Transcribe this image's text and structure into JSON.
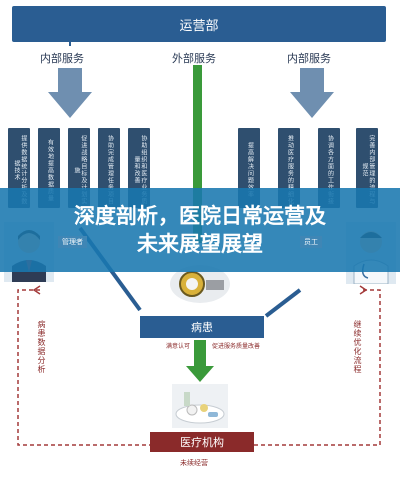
{
  "top": {
    "title": "运营部"
  },
  "labels": {
    "internal_left": "内部服务",
    "external": "外部服务",
    "internal_right": "内部服务"
  },
  "left_boxes": [
    "提供数据统计分析及数据技术",
    "有效地提高数据质量",
    "促进战略目标及计划实施",
    "协助完成管理任务项目",
    "协助组织和医疗业务质量和改善"
  ],
  "right_boxes": [
    "提高解决问题效率",
    "推动医疗服务的精细化",
    "协调各方面的工作衔接",
    "完善内部管理的流程与规范"
  ],
  "banner": {
    "line1": "深度剖析，医院日常运营及",
    "line2": "未来展望展望"
  },
  "signs": {
    "left": "管理者",
    "right": "员工"
  },
  "patient": {
    "label": "病患"
  },
  "mid_notes": {
    "left": "满意认可",
    "right": "促进服务质量改善"
  },
  "side": {
    "left": "病患数据分析",
    "right": "继续优化流程"
  },
  "org": {
    "label": "医疗机构",
    "sub": "未续经营"
  },
  "colors": {
    "navy": "#2a5d92",
    "green": "#3a9a3a",
    "dark_red": "#8a2a2a",
    "banner": "#1978af"
  }
}
